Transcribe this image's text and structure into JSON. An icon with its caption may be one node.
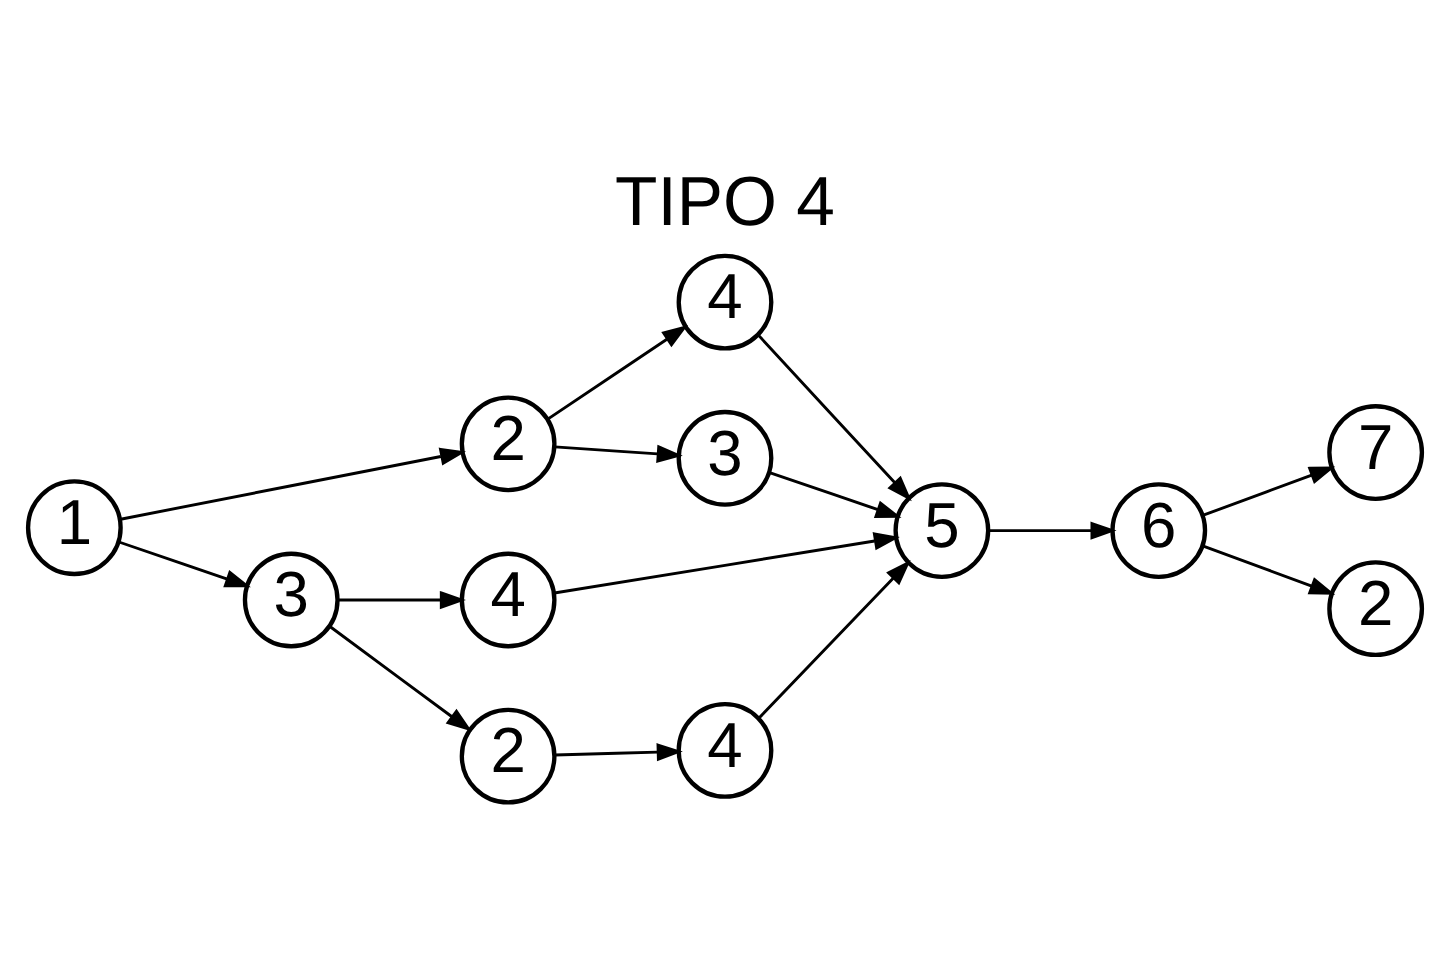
{
  "diagram": {
    "title": "TIPO 4",
    "nodes": [
      {
        "text": [
          "1"
        ]
      },
      {
        "text": [
          "2"
        ]
      },
      {
        "text": [
          "4"
        ]
      },
      {
        "text": [
          "3"
        ]
      },
      {
        "text": [
          "3"
        ]
      },
      {
        "text": [
          "4"
        ]
      },
      {
        "text": [
          "2"
        ]
      },
      {
        "text": [
          "4"
        ]
      },
      {
        "text": [
          "5"
        ]
      },
      {
        "text": [
          "6"
        ]
      },
      {
        "text": [
          "7"
        ]
      },
      {
        "text": [
          "2"
        ]
      }
    ],
    "edges": [
      {
        "from": 0,
        "to": 1,
        "arrow": "to"
      },
      {
        "from": 0,
        "to": 4,
        "arrow": "to"
      },
      {
        "from": 1,
        "to": 2,
        "arrow": "to"
      },
      {
        "from": 1,
        "to": 3,
        "arrow": "to"
      },
      {
        "from": 2,
        "to": 8,
        "arrow": "to"
      },
      {
        "from": 3,
        "to": 8,
        "arrow": "to"
      },
      {
        "from": 4,
        "to": 5,
        "arrow": "to"
      },
      {
        "from": 4,
        "to": 6,
        "arrow": "to"
      },
      {
        "from": 5,
        "to": 8,
        "arrow": "to"
      },
      {
        "from": 6,
        "to": 7,
        "arrow": "to"
      },
      {
        "from": 7,
        "to": 8,
        "arrow": "to"
      },
      {
        "from": 8,
        "to": 9,
        "arrow": "to"
      },
      {
        "from": 9,
        "to": 10,
        "arrow": "to"
      },
      {
        "from": 9,
        "to": 11,
        "arrow": "to"
      }
    ]
  }
}
